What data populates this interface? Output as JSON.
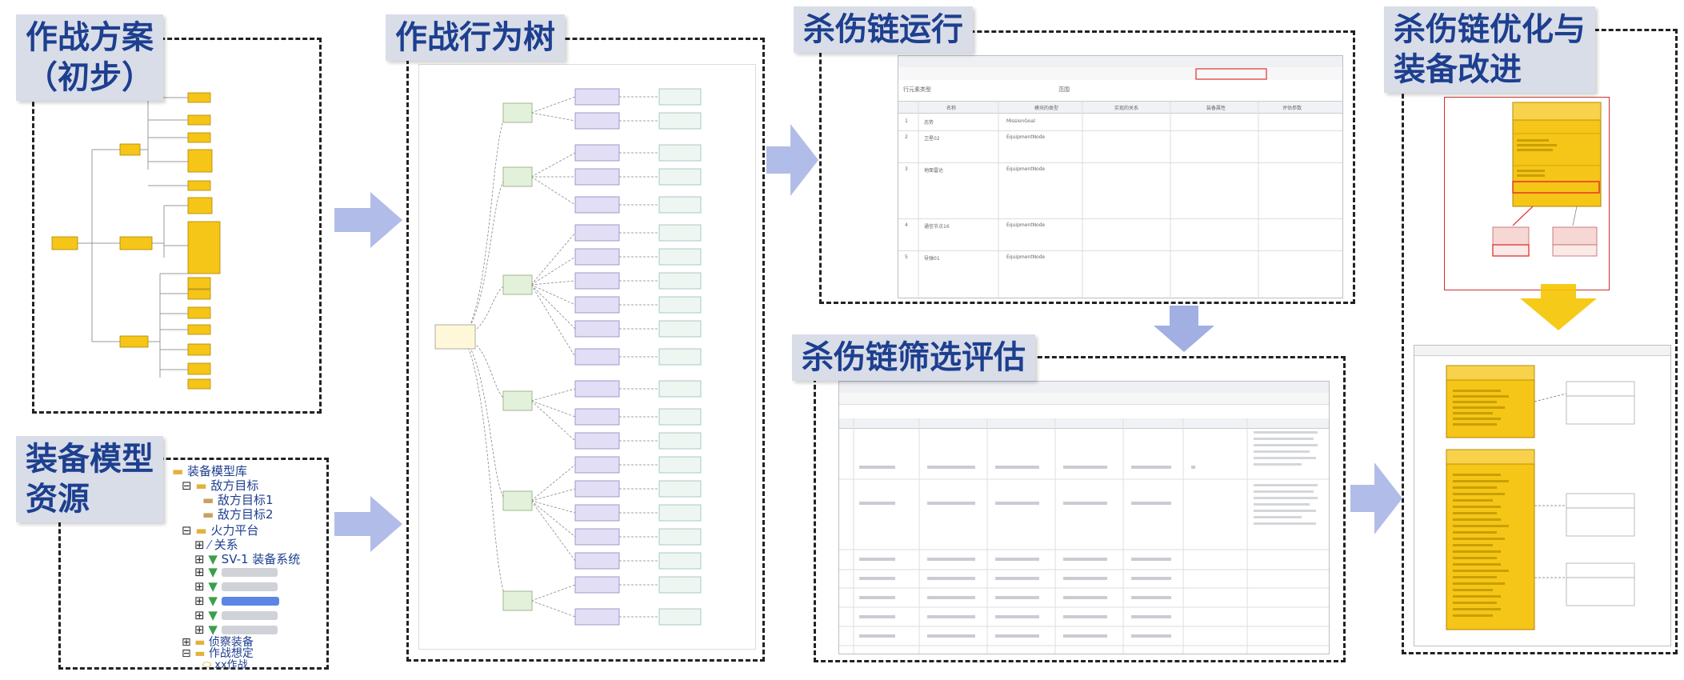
{
  "titles": {
    "plan": "作战方案\n（初步）",
    "equipment": "装备模型\n资源",
    "behavior_tree": "作战行为树",
    "killchain_run": "杀伤链运行",
    "killchain_eval": "杀伤链筛选评估",
    "optimize": "杀伤链优化与\n装备改进"
  },
  "equipment_tree": {
    "root": "装备模型库",
    "enemy": "敌方目标",
    "enemy_items": [
      "敌方目标1",
      "敌方目标2"
    ],
    "fire": "火力平台",
    "relation": "关系",
    "system": "SV-1 装备系统",
    "recon": "侦察装备",
    "scenario": "作战想定",
    "op": "xx作战"
  },
  "killchain_table": {
    "headers": [
      "名称",
      "模块的类型",
      "实现的关系",
      "装备属性",
      "评估参数"
    ],
    "filter_label": "行元素类型",
    "scope_label": "范围",
    "row_types": [
      "MissionGoal",
      "EquipmentNode",
      "EquipmentNode",
      "EquipmentNode",
      "EquipmentNode"
    ],
    "rows": [
      {
        "n": "1",
        "name": "态势"
      },
      {
        "n": "2",
        "name": "卫星02"
      },
      {
        "n": "3",
        "name": "地面雷达"
      },
      {
        "n": "4",
        "name": "通信节点16"
      },
      {
        "n": "5",
        "name": "导弹01"
      }
    ]
  },
  "colors": {
    "title_bg": "#d9dde8",
    "title_text": "#1d3f8f",
    "arrow_blue": "#8496d8",
    "arrow_yellow": "#f2c200",
    "node_yellow": "#f5c518",
    "node_green": "#e4f1da",
    "node_purple": "#e2def5"
  }
}
